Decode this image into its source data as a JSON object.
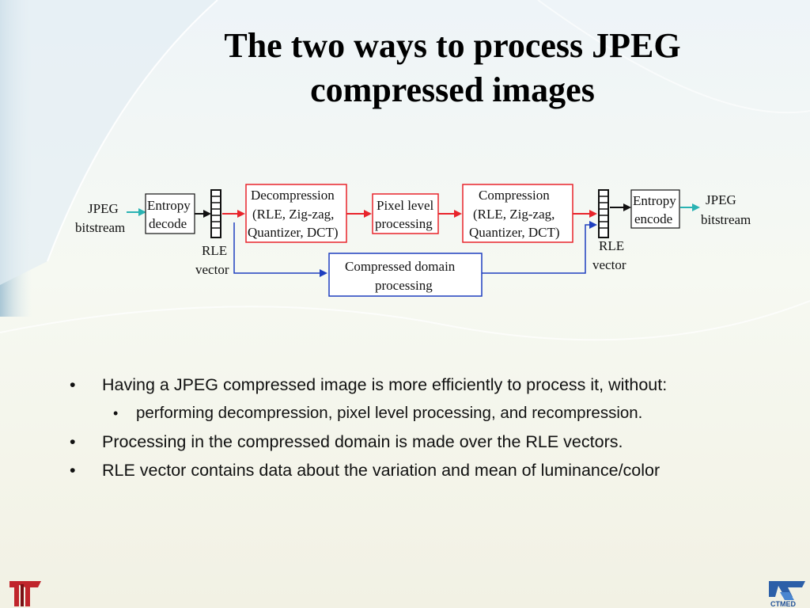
{
  "slide": {
    "title_line1": "The two ways to process JPEG",
    "title_line2": "compressed images"
  },
  "diagram": {
    "input": {
      "line1": "JPEG",
      "line2": "bitstream"
    },
    "entropy_decode": {
      "line1": "Entropy",
      "line2": "decode"
    },
    "rle_left": {
      "line1": "RLE",
      "line2": "vector"
    },
    "decompression": {
      "line1": "Decompression",
      "line2": "(RLE, Zig-zag,",
      "line3": "Quantizer, DCT)"
    },
    "pixel": {
      "line1": "Pixel level",
      "line2": "processing"
    },
    "compression": {
      "line1": "Compression",
      "line2": "(RLE, Zig-zag,",
      "line3": "Quantizer, DCT)"
    },
    "rle_right": {
      "line1": "RLE",
      "line2": "vector"
    },
    "entropy_encode": {
      "line1": "Entropy",
      "line2": "encode"
    },
    "output": {
      "line1": "JPEG",
      "line2": "bitstream"
    },
    "compressed_domain": {
      "line1": "Compressed domain",
      "line2": "processing"
    },
    "colors": {
      "pixel_path": "#e8242b",
      "compressed_path": "#1f3fbf",
      "io_arrow": "#2ab3b3",
      "box_border_pixel": "#e8242b",
      "box_border_compressed": "#1f3fbf"
    }
  },
  "bullets": [
    {
      "level": 1,
      "text": "Having a JPEG compressed image is more efficiently to process it, without:"
    },
    {
      "level": 2,
      "text": "performing decompression, pixel level processing, and recompression."
    },
    {
      "level": 1,
      "text": "Processing in the compressed domain is made over the RLE vectors."
    },
    {
      "level": 1,
      "text": "RLE vector contains data about the variation and mean of luminance/color"
    }
  ],
  "bullet_glyph": "•",
  "icons": {
    "logo_left": "university-logo-icon",
    "logo_right": "ctmed-logo-icon",
    "logo_right_text": "CTMED"
  }
}
